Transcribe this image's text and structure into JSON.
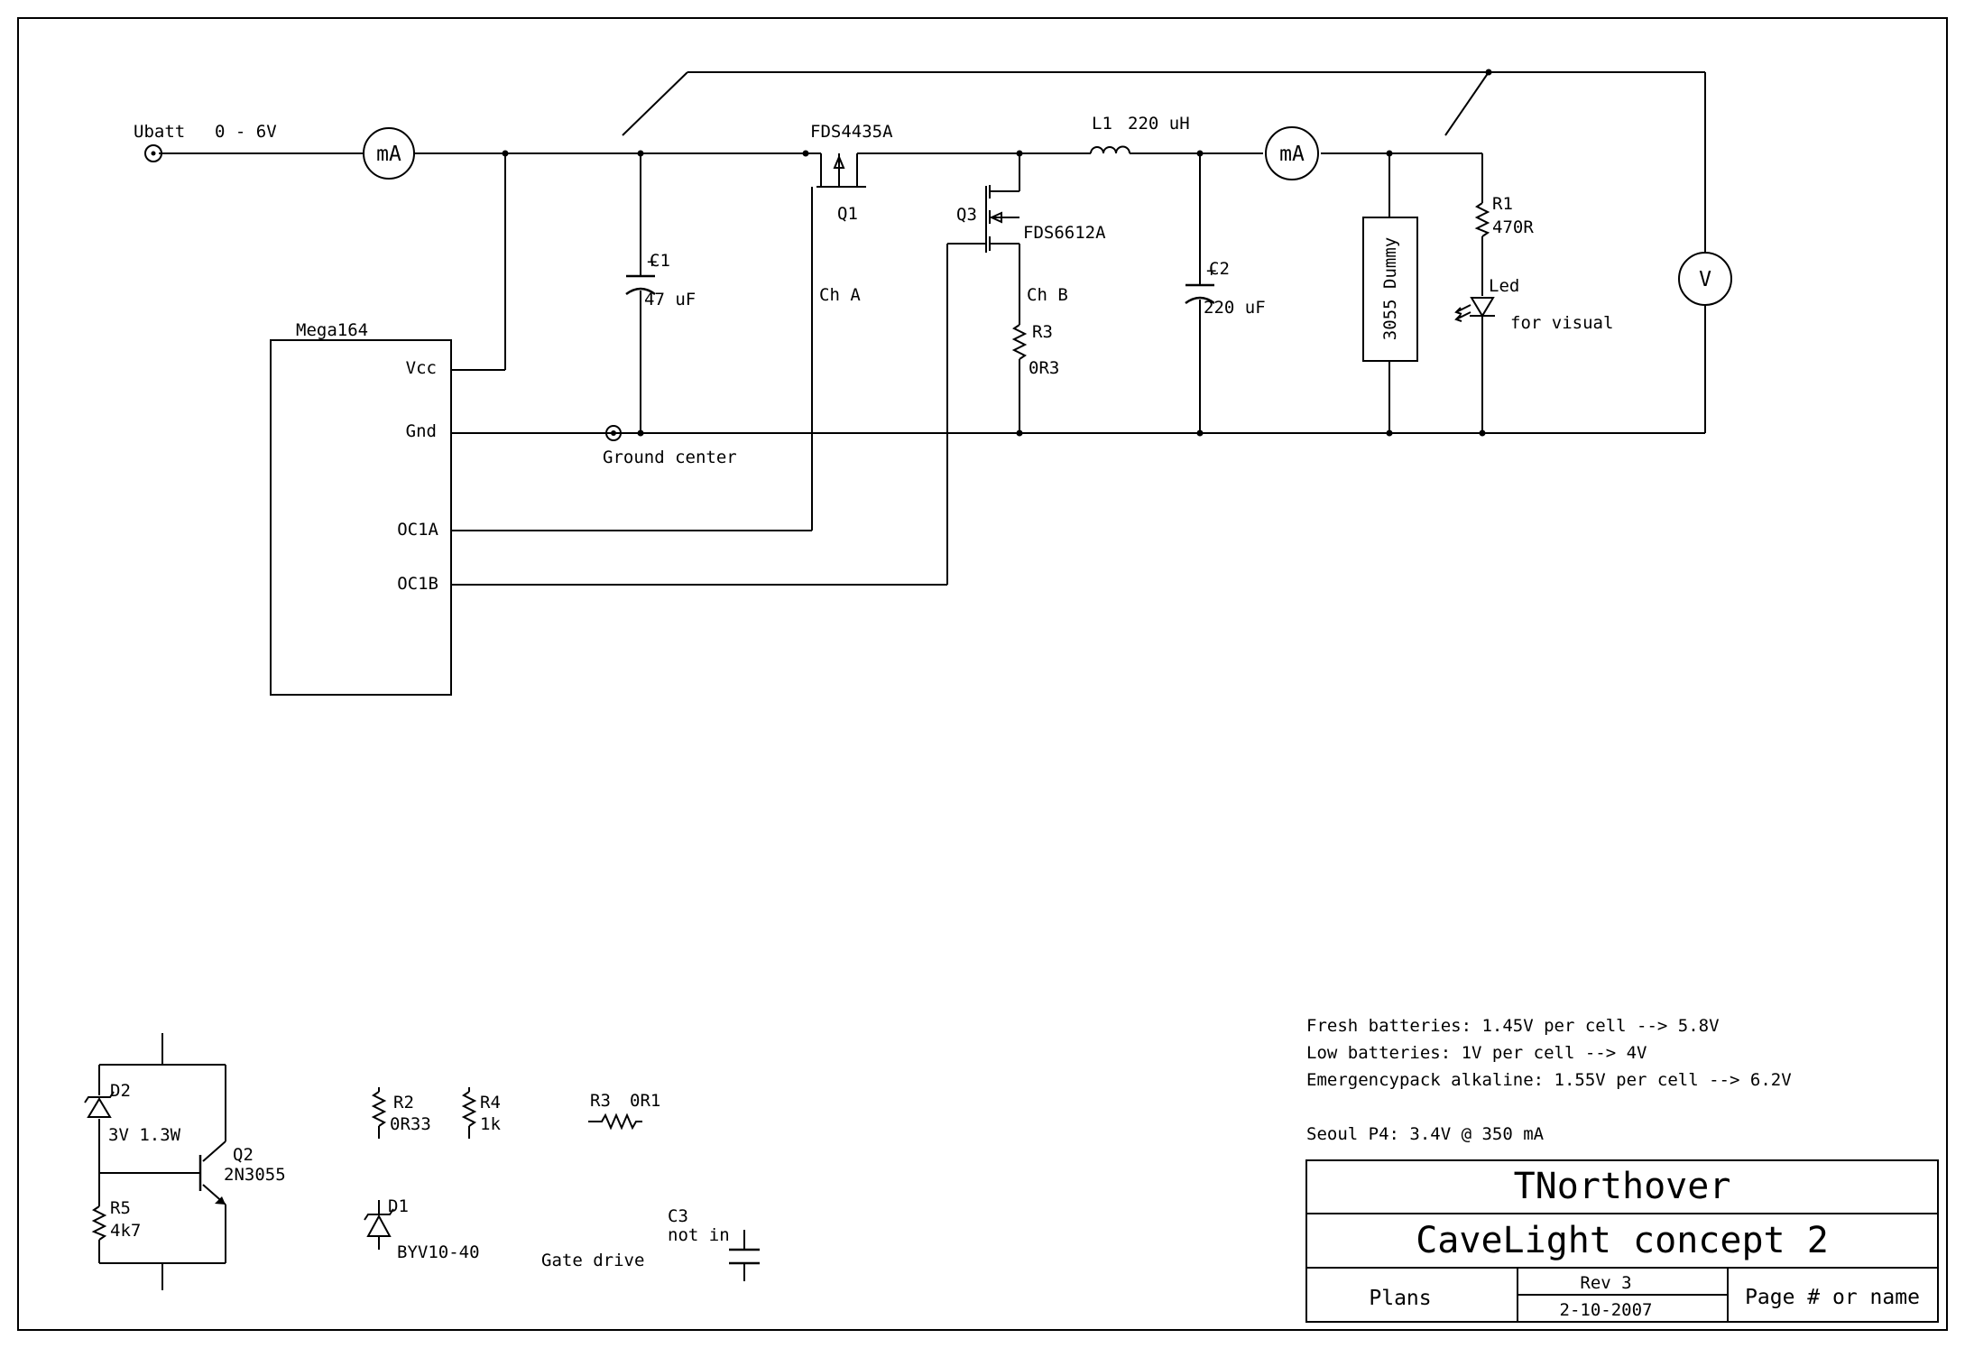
{
  "source": {
    "name": "Ubatt",
    "range": "0 - 6V"
  },
  "meters": {
    "ma_input": "mA",
    "ma_output": "mA",
    "voltmeter": "V"
  },
  "mcu": {
    "name": "Mega164",
    "pins": {
      "vcc": "Vcc",
      "gnd": "Gnd",
      "oc1a": "OC1A",
      "oc1b": "OC1B"
    }
  },
  "ground": {
    "label": "Ground center"
  },
  "parts": {
    "c1": {
      "ref": "C1",
      "value": "47 uF"
    },
    "q1": {
      "ref": "Q1",
      "part": "FDS4435A",
      "channel": "Ch A"
    },
    "q3": {
      "ref": "Q3",
      "part": "FDS6612A",
      "channel": "Ch B"
    },
    "r3": {
      "ref": "R3",
      "value": "0R3"
    },
    "l1": {
      "ref": "L1",
      "value": "220 uH"
    },
    "c2": {
      "ref": "C2",
      "value": "220 uF"
    },
    "dummy": {
      "label": "3055 Dummy"
    },
    "r1": {
      "ref": "R1",
      "value": "470R"
    },
    "led": {
      "ref": "Led",
      "note": "for visual"
    }
  },
  "dummy_load": {
    "d2": {
      "ref": "D2",
      "value": "3V 1.3W"
    },
    "q2": {
      "ref": "Q2",
      "part": "2N3055"
    },
    "r5": {
      "ref": "R5",
      "value": "4k7"
    }
  },
  "gate_drive": {
    "label": "Gate drive",
    "r2": {
      "ref": "R2",
      "value": "0R33"
    },
    "r4": {
      "ref": "R4",
      "value": "1k"
    },
    "r3b": {
      "ref": "R3",
      "value": "0R1"
    },
    "d1": {
      "ref": "D1",
      "part": "BYV10-40"
    },
    "c3": {
      "ref": "C3",
      "note": "not in"
    }
  },
  "notes": [
    "Fresh batteries: 1.45V per cell --> 5.8V",
    "Low batteries: 1V per cell --> 4V",
    "Emergencypack alkaline: 1.55V per cell --> 6.2V"
  ],
  "led_note": "Seoul P4:  3.4V @ 350 mA",
  "title_block": {
    "author": "TNorthover",
    "title": "CaveLight concept 2",
    "section": "Plans",
    "revision": "Rev 3",
    "date": "2-10-2007",
    "page": "Page # or name"
  }
}
